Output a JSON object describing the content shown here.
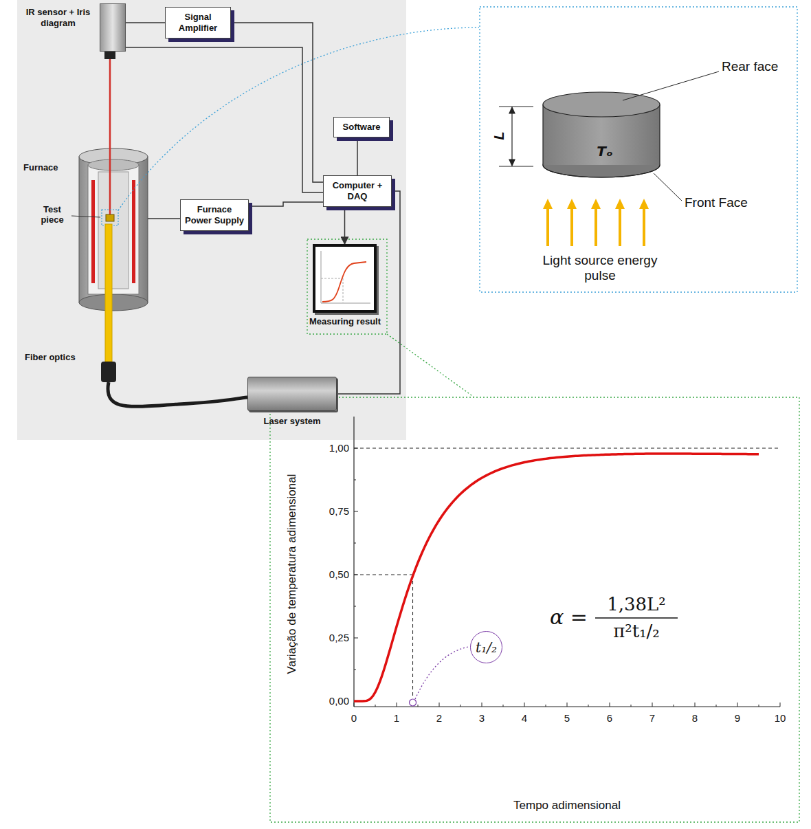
{
  "diagram": {
    "nodes": [
      {
        "text": [
          "IR sensor + Iris diagram"
        ]
      },
      {
        "text": [
          "Signal Amplifier"
        ]
      },
      {
        "text": [
          "Software"
        ]
      },
      {
        "text": [
          "Computer + DAQ"
        ]
      },
      {
        "text": [
          "Furnace Power Supply"
        ]
      },
      {
        "text": [
          "Measuring result"
        ]
      },
      {
        "text": [
          "Laser system"
        ]
      },
      {
        "text": [
          "t₁/₂"
        ]
      }
    ],
    "edges": [
      {
        "from": 0,
        "to": 1,
        "arrow": "none"
      },
      {
        "from": 1,
        "to": 3,
        "arrow": "none"
      },
      {
        "from": 0,
        "to": 3,
        "arrow": "none"
      },
      {
        "from": 2,
        "to": 3,
        "arrow": "none"
      },
      {
        "from": 4,
        "to": 3,
        "arrow": "none"
      },
      {
        "from": 6,
        "to": 3,
        "arrow": "none"
      },
      {
        "from": 3,
        "to": 5,
        "arrow": "to"
      }
    ],
    "labels": [
      "Furnace",
      "Test piece",
      "Fiber optics",
      "Rear face",
      "L",
      "Tₒ",
      "Front Face",
      "Light source energy pulse",
      "1,00",
      "0,75",
      "0,50",
      "0,25",
      "0,00",
      "0",
      "1",
      "2",
      "3",
      "4",
      "5",
      "6",
      "7",
      "8",
      "9",
      "10",
      "Variação de temperatura adimensional",
      "Tempo adimensional",
      "α =",
      "1,38L²",
      "π²t₁/₂"
    ]
  }
}
